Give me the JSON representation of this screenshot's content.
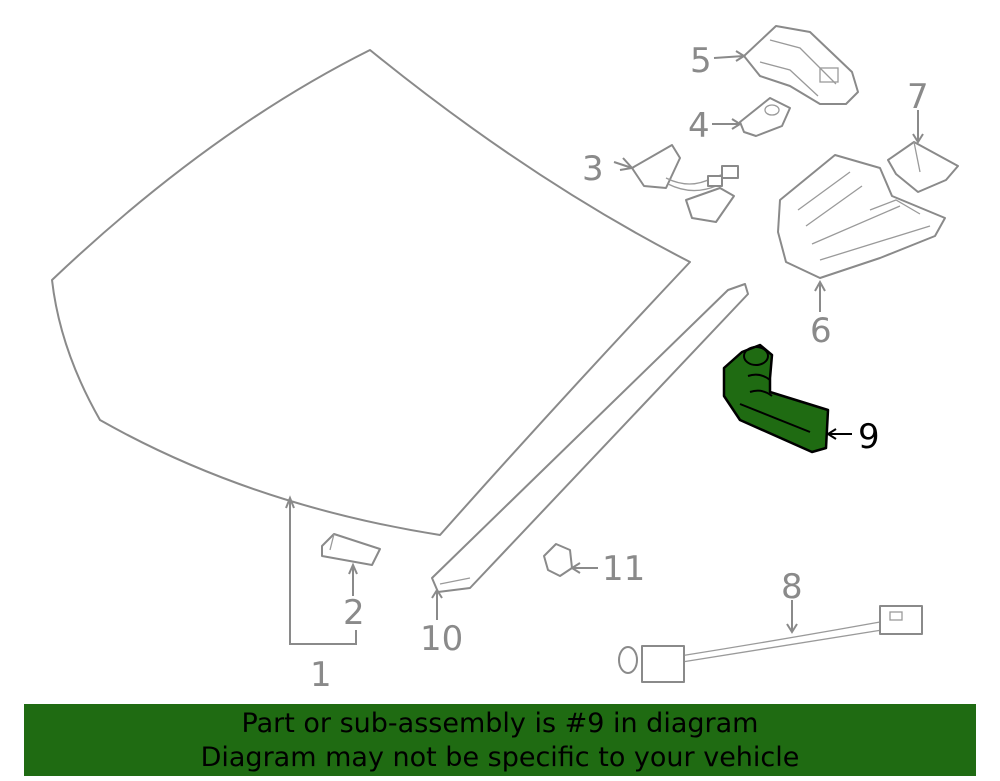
{
  "diagram": {
    "callouts": {
      "c1": "1",
      "c2": "2",
      "c3": "3",
      "c4": "4",
      "c5": "5",
      "c6": "6",
      "c7": "7",
      "c8": "8",
      "c9": "9",
      "c10": "10",
      "c11": "11"
    },
    "highlighted_part": "9",
    "highlight_color": "#1f6b12"
  },
  "banner": {
    "line1": "Part or sub-assembly is #9 in diagram",
    "line2": "Diagram may not be specific to your vehicle",
    "background": "#1f6b12"
  }
}
